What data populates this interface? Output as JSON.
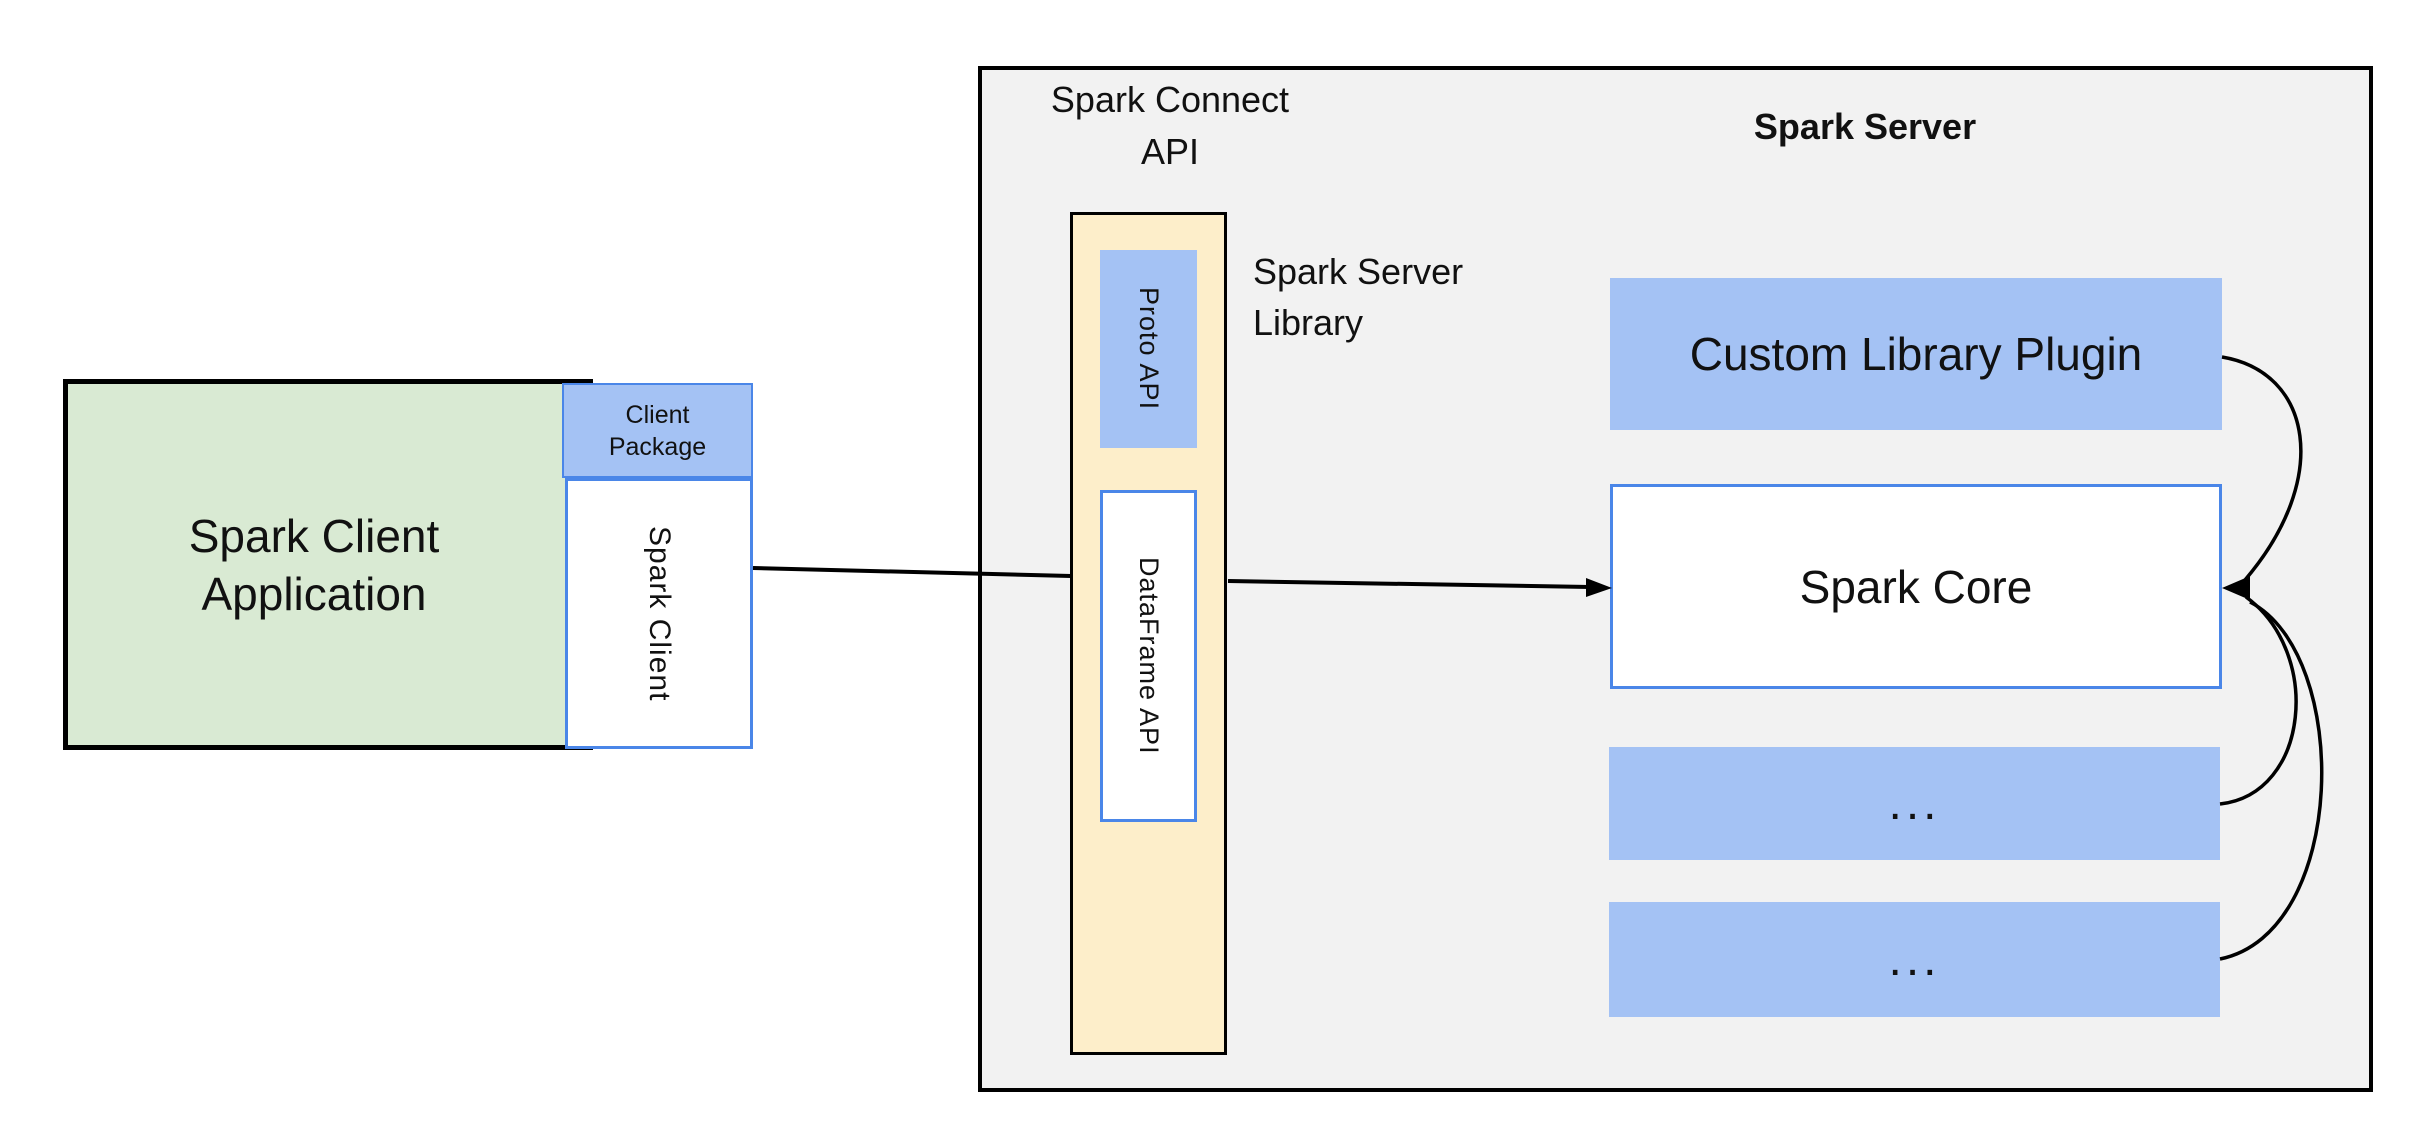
{
  "colors": {
    "pageBg": "#ffffff",
    "panelGray": "#f2f2f2",
    "green": "#d9ead3",
    "blue": "#a4c2f4",
    "cream": "#fdeeca",
    "blueBorder": "#4a86e8",
    "line": "#000000"
  },
  "labels": {
    "spark_connect_api": "Spark Connect\nAPI",
    "spark_server": "Spark Server",
    "spark_server_library": "Spark Server\nLibrary",
    "spark_client_application": "Spark Client\nApplication",
    "client_package": "Client\nPackage",
    "spark_client": "Spark Client",
    "proto_api": "Proto API",
    "dataframe_api": "DataFrame API",
    "custom_library_plugin": "Custom Library Plugin",
    "spark_core": "Spark Core",
    "ellipsis_1": "...",
    "ellipsis_2": "..."
  }
}
